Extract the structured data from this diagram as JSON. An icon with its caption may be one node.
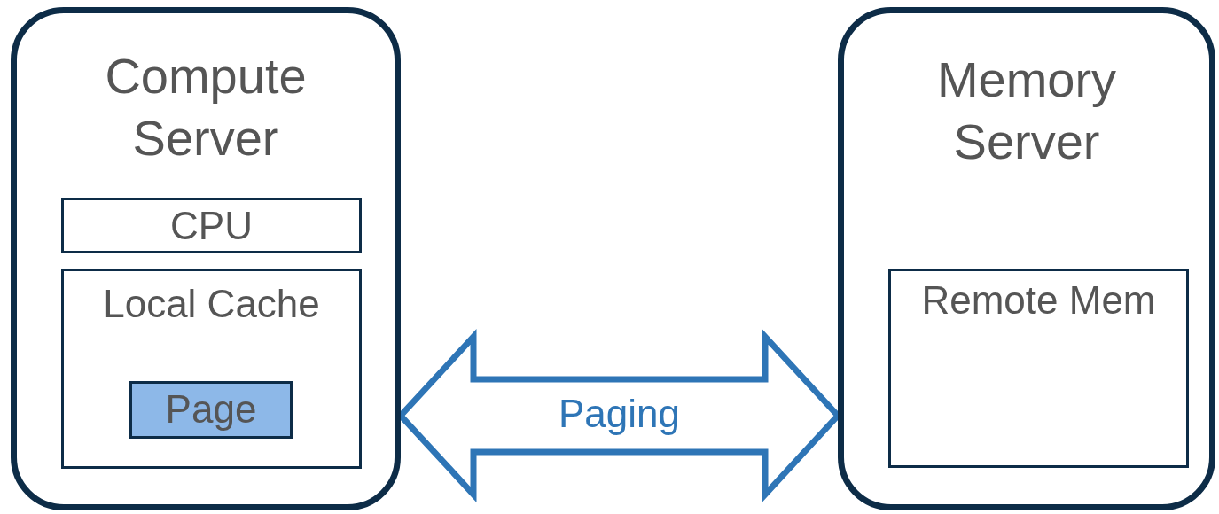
{
  "diagram": {
    "nodes": [
      {
        "text": [
          "Compute Server"
        ]
      },
      {
        "text": [
          "CPU"
        ],
        "in": 0
      },
      {
        "text": [
          "Local Cache"
        ],
        "in": 0
      },
      {
        "text": [
          "Page"
        ],
        "in": 2
      },
      {
        "text": [
          "Memory Server"
        ]
      },
      {
        "text": [
          "Remote Mem"
        ],
        "in": 4
      }
    ],
    "edges": [
      {
        "from": 0,
        "to": 4,
        "arrow": "both",
        "label": "Paging",
        "style": "thick"
      }
    ]
  }
}
